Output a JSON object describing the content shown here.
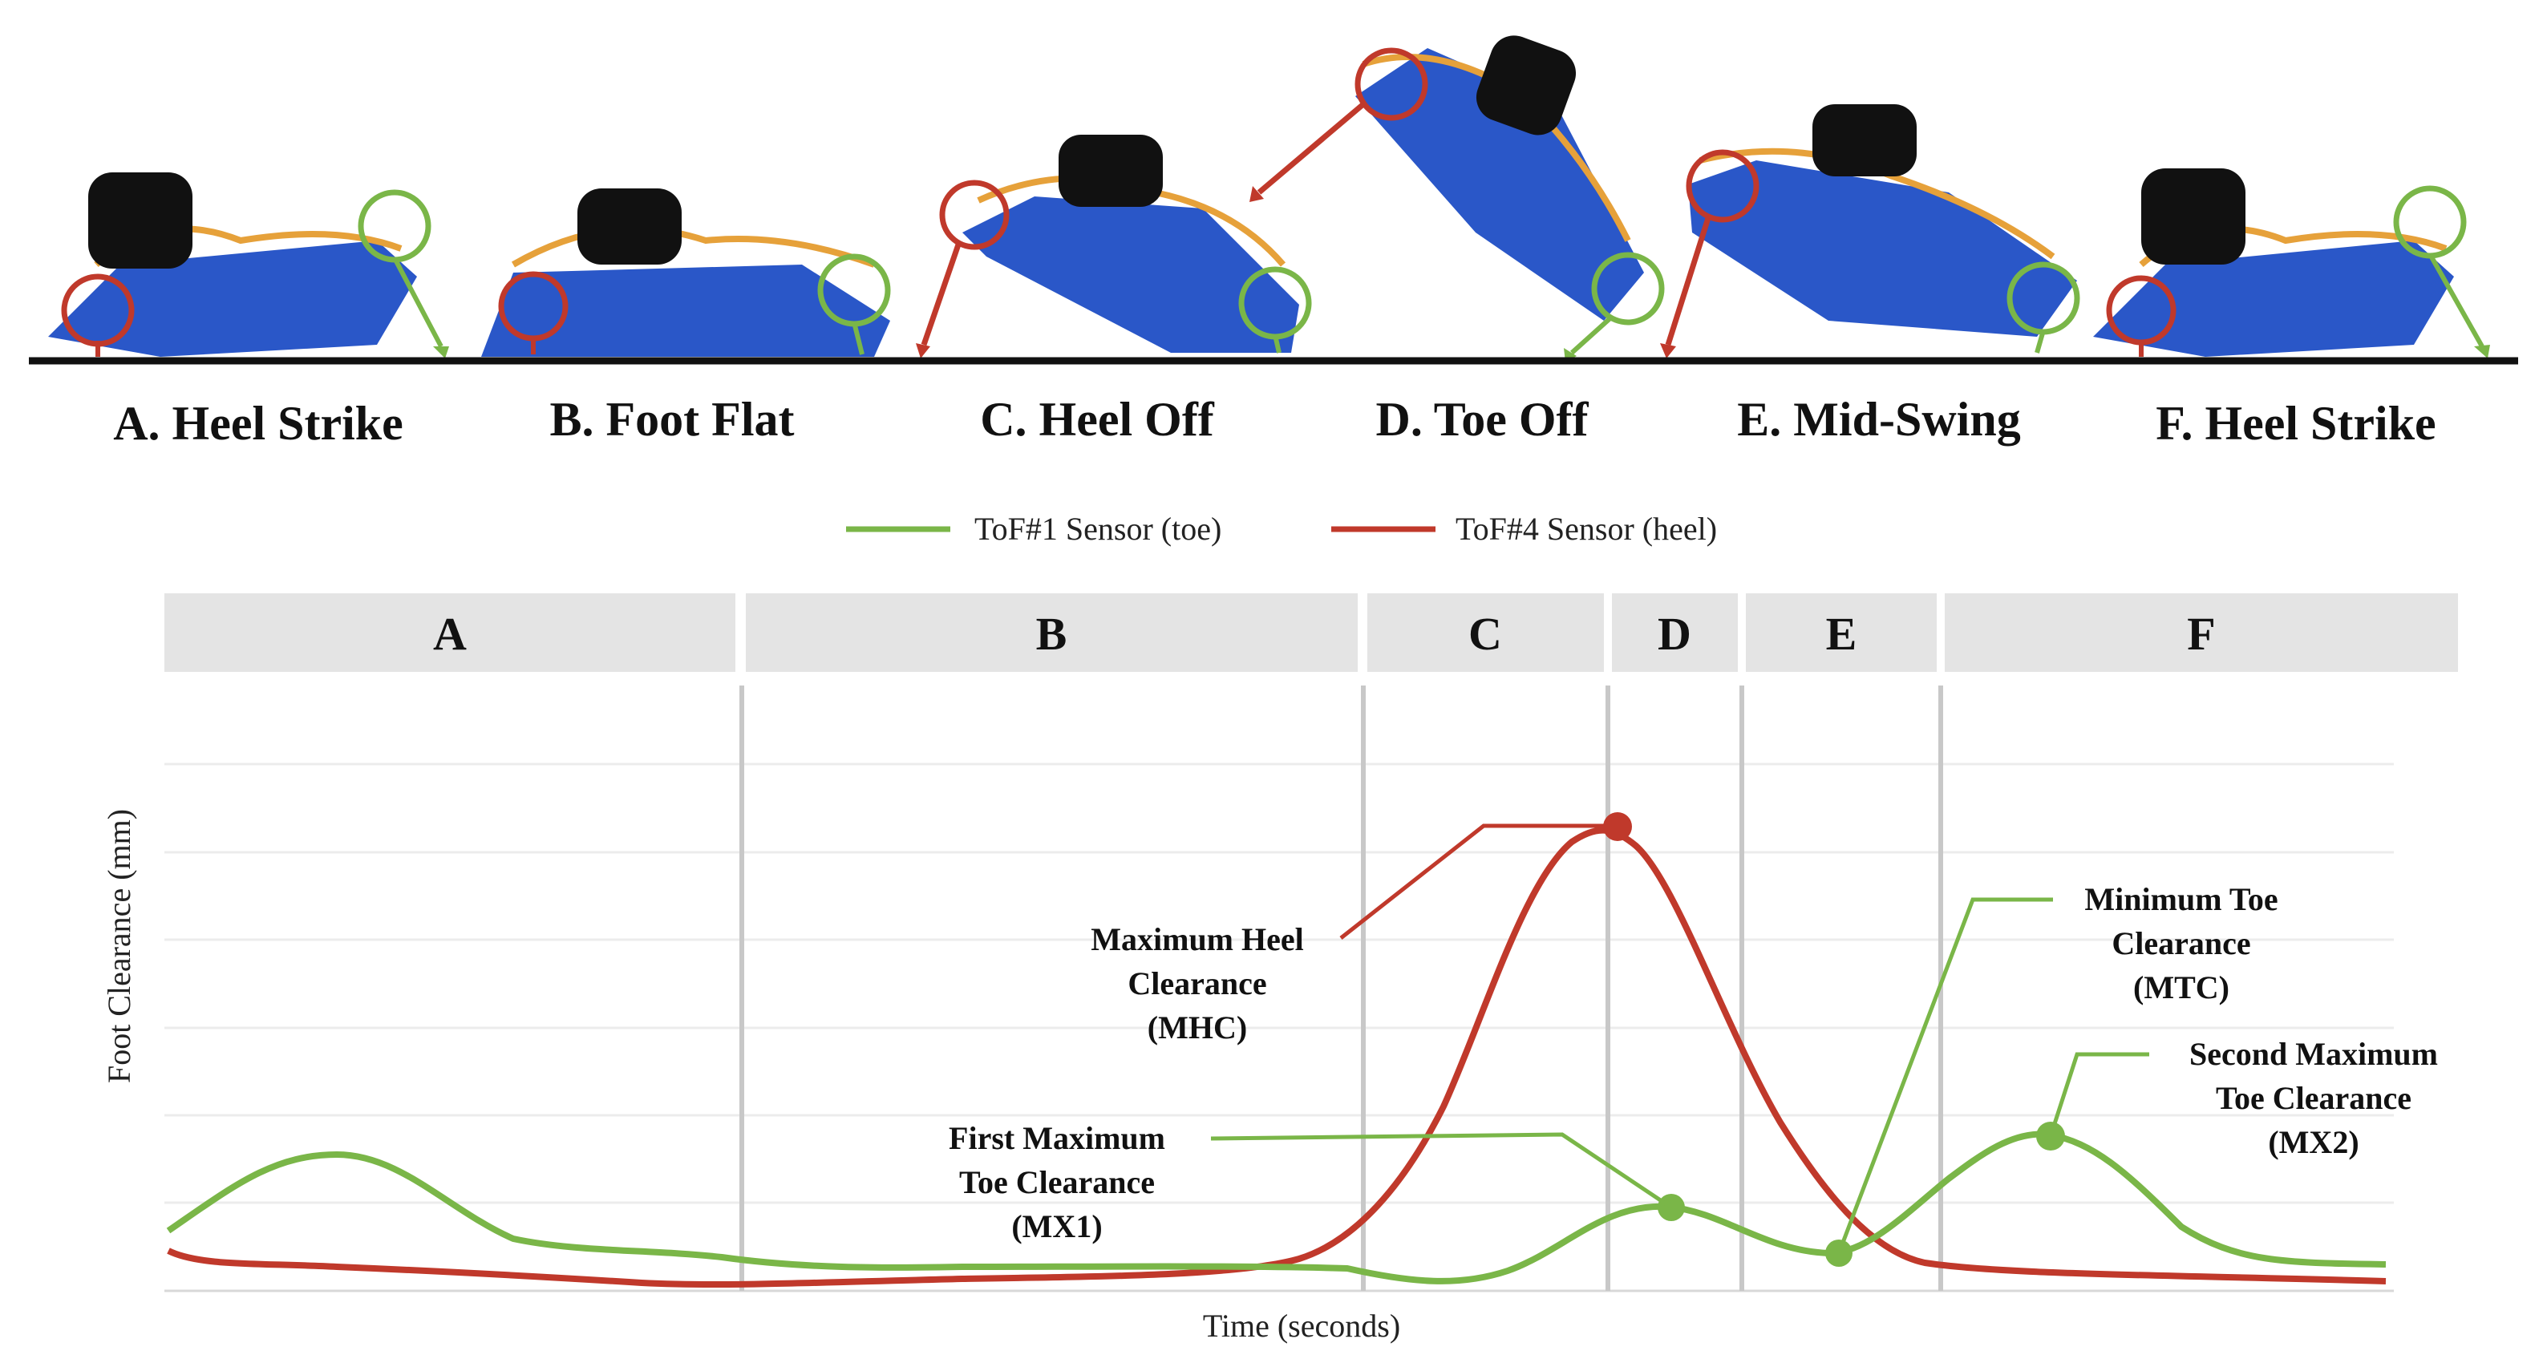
{
  "phases": [
    {
      "label": "A. Heel Strike"
    },
    {
      "label": "B. Foot Flat"
    },
    {
      "label": "C. Heel Off"
    },
    {
      "label": "D. Toe Off"
    },
    {
      "label": "E. Mid-Swing"
    },
    {
      "label": "F. Heel Strike"
    }
  ],
  "legend": [
    {
      "label": "ToF#1 Sensor (toe)",
      "color": "#7ab648"
    },
    {
      "label": "ToF#4 Sensor (heel)",
      "color": "#c0392b"
    }
  ],
  "bands": [
    "A",
    "B",
    "C",
    "D",
    "E",
    "F"
  ],
  "axes": {
    "ylabel": "Foot Clearance (mm)",
    "xlabel": "Time (seconds)"
  },
  "annotations": {
    "mhc": [
      "Maximum Heel",
      "Clearance",
      "(MHC)"
    ],
    "mx1": [
      "First Maximum",
      "Toe Clearance",
      "(MX1)"
    ],
    "mtc": [
      "Minimum Toe",
      "Clearance",
      "(MTC)"
    ],
    "mx2": [
      "Second Maximum",
      "Toe Clearance",
      "(MX2)"
    ]
  },
  "colors": {
    "toe": "#7ab648",
    "heel": "#c0392b",
    "band": "#e4e4e4",
    "divider": "#c8c8c8",
    "grid": "#ececec",
    "shoe": "#2a57c8"
  }
}
